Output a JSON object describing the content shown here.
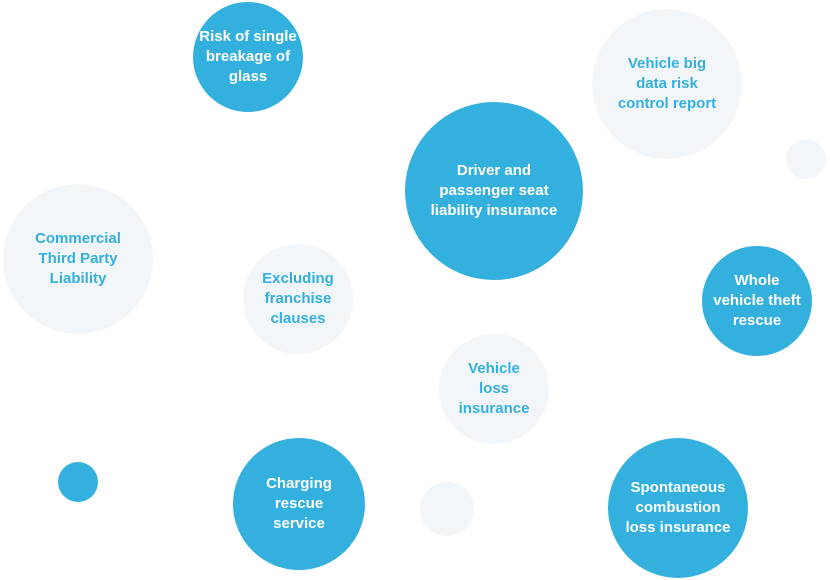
{
  "colors": {
    "primary": "#33b0dd",
    "light": "#f3f6f9",
    "on_primary": "#ffffff"
  },
  "bubbles": {
    "glass_breakage": "Risk of single\nbreakage of\nglass",
    "big_data_report": "Vehicle big\ndata risk\ncontrol report",
    "driver_passenger": "Driver and\npassenger seat\nliability insurance",
    "third_party": "Commercial\nThird Party\nLiability",
    "franchise_clauses": "Excluding\nfranchise\nclauses",
    "theft_rescue": "Whole\nvehicle theft\nrescue",
    "vehicle_loss": "Vehicle\nloss\ninsurance",
    "charging_rescue": "Charging\nrescue\nservice",
    "spontaneous_combustion": "Spontaneous\ncombustion\nloss insurance"
  }
}
